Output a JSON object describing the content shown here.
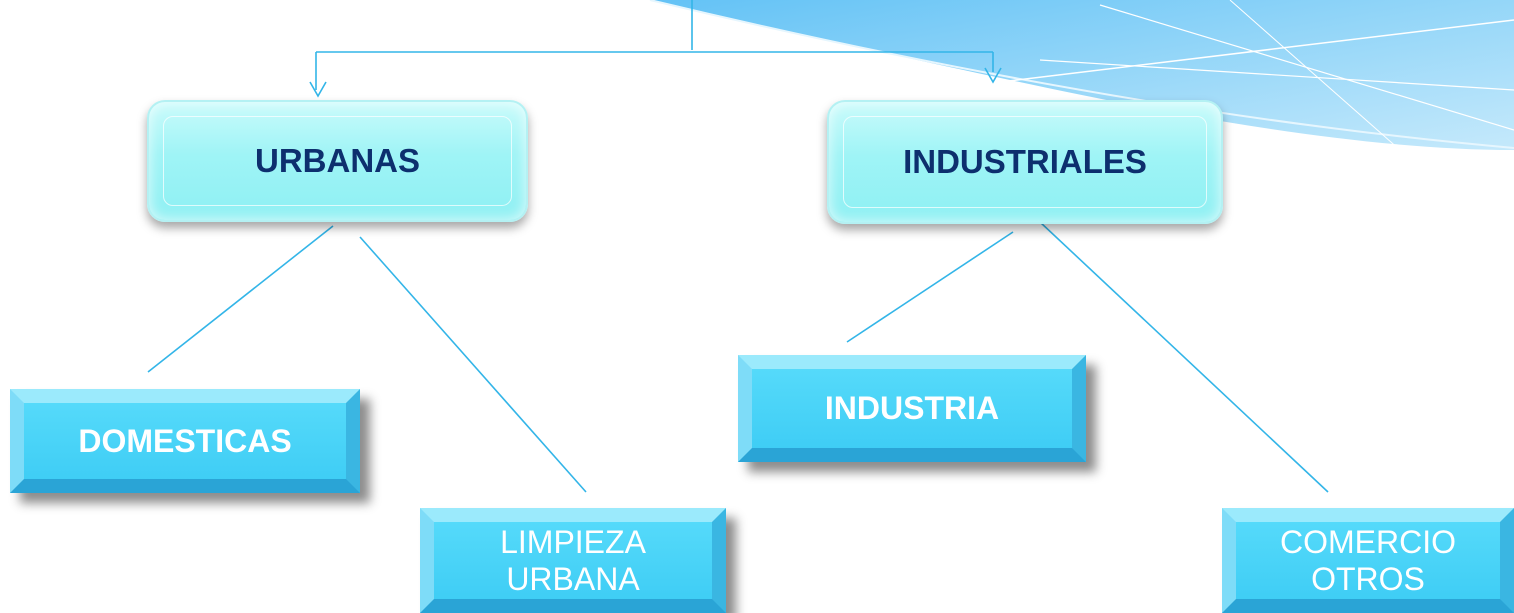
{
  "diagram": {
    "categories": [
      {
        "label": "URBANAS",
        "children": [
          {
            "label": "DOMESTICAS"
          },
          {
            "label_line1": "LIMPIEZA",
            "label_line2": "URBANA"
          }
        ]
      },
      {
        "label": "INDUSTRIALES",
        "children": [
          {
            "label": "INDUSTRIA"
          },
          {
            "label_line1": "COMERCIO",
            "label_line2": "OTROS"
          }
        ]
      }
    ]
  },
  "colors": {
    "connector": "#33b5e8",
    "category_text": "#0d2f6e",
    "category_fill": "#9ff4f6",
    "leaf_fill": "#45d2f7",
    "leaf_text": "#ffffff",
    "wave": "#7fcdf6"
  }
}
